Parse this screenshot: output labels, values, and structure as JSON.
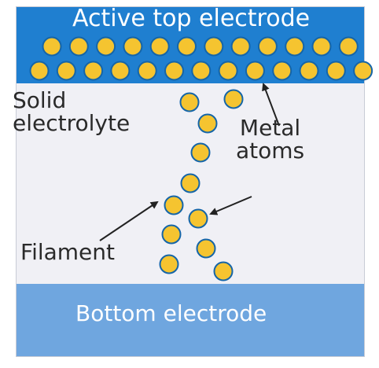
{
  "top_electrode": {
    "label": "Active top electrode"
  },
  "solid_electrolyte": {
    "label_line1": "Solid",
    "label_line2": "electrolyte"
  },
  "metal_atoms": {
    "label_line1": "Metal",
    "label_line2": "atoms"
  },
  "filament": {
    "label": "Filament"
  },
  "bottom_electrode": {
    "label": "Bottom electrode"
  },
  "colors": {
    "top_electrode": "#1f7fd0",
    "electrolyte": "#f0f0f5",
    "bottom_electrode": "#6fa6df",
    "atom_fill": "#f5c430",
    "atom_stroke": "#1565a8"
  }
}
